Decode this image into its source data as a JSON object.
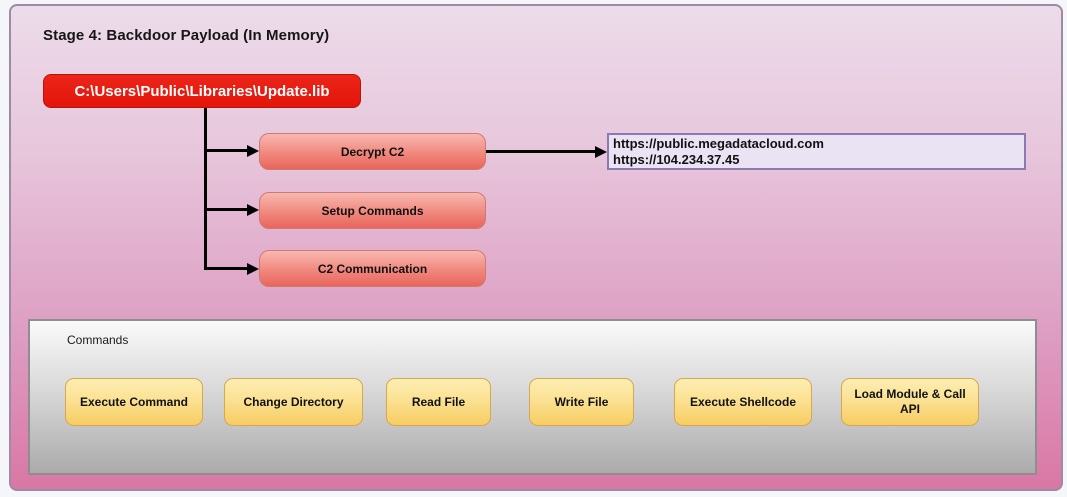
{
  "title": "Stage 4: Backdoor Payload (In Memory)",
  "payload_file": {
    "label": "C:\\Users\\Public\\Libraries\\Update.lib"
  },
  "flow_nodes": [
    {
      "label": "Decrypt C2"
    },
    {
      "label": "Setup Commands"
    },
    {
      "label": "C2 Communication"
    }
  ],
  "c2_endpoints": {
    "lines": [
      "https://public.megadatacloud.com",
      "https://104.234.37.45"
    ]
  },
  "commands_panel": {
    "label": "Commands",
    "items": [
      "Execute Command",
      "Change Directory",
      "Read File",
      "Write File",
      "Execute Shellcode",
      "Load Module & Call API"
    ]
  },
  "colors": {
    "canvas_gradient_top": "#ecdcea",
    "canvas_gradient_bottom": "#da77a4",
    "payload_node_red": "#e31508",
    "flow_node_salmon": "#e9655b",
    "c2_box_lavender": "#eae3f4",
    "c2_box_border": "#8a7ab2",
    "commands_panel_gray": "#ababab",
    "command_node_yellow": "#f6cd62",
    "connector_black": "#000000"
  }
}
